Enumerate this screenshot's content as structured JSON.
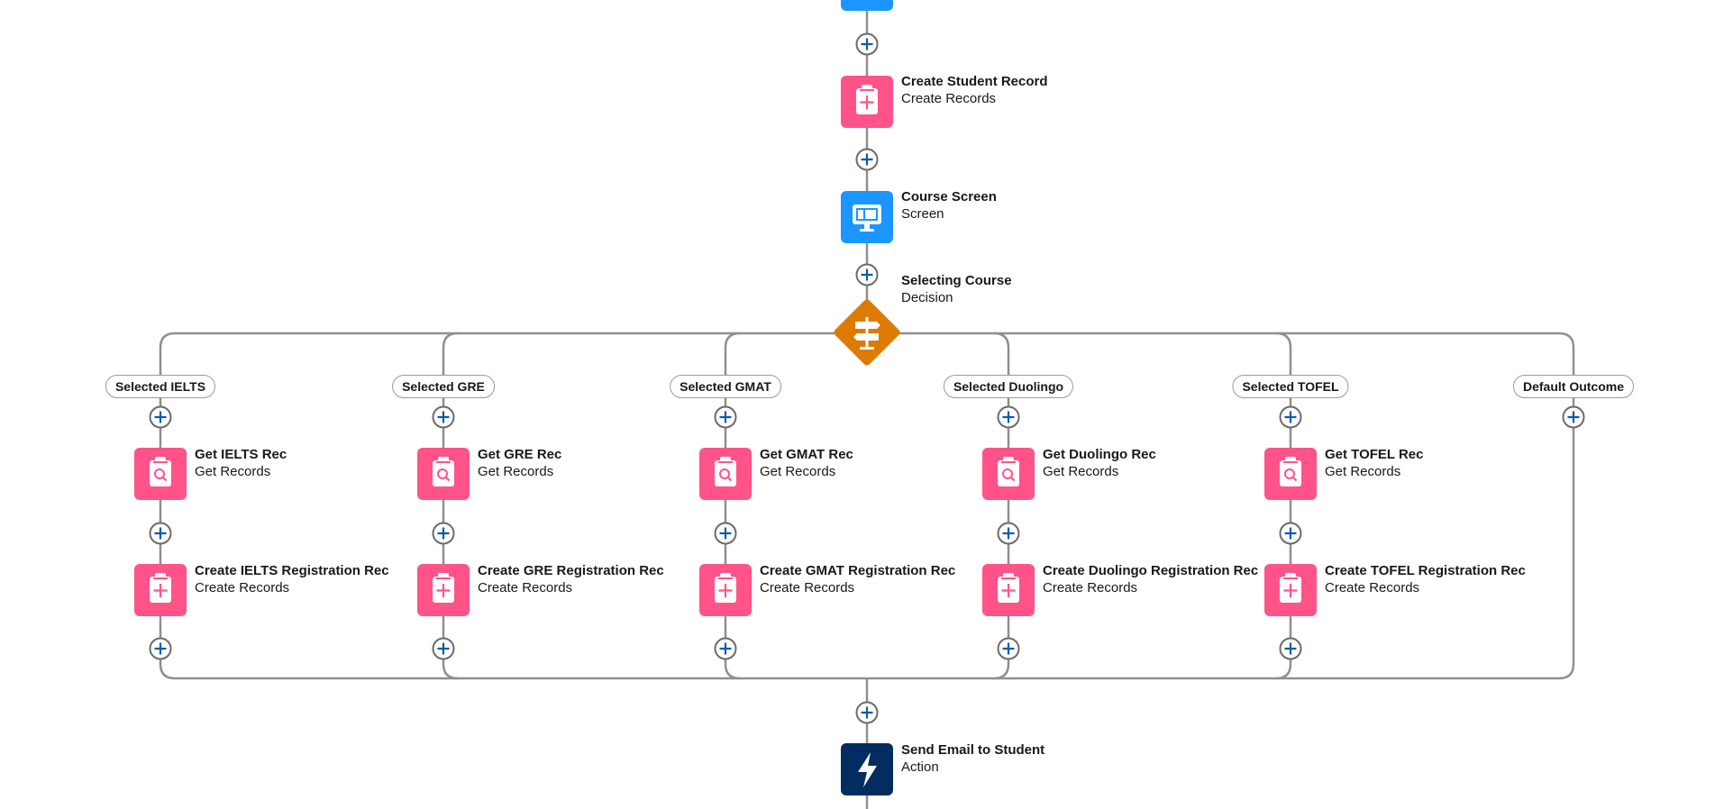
{
  "top_nodes": {
    "create_student_record": {
      "title": "Create Student Record",
      "type": "Create Records",
      "icon": "create-records-icon"
    },
    "course_screen": {
      "title": "Course Screen",
      "type": "Screen",
      "icon": "screen-icon"
    },
    "selecting_course": {
      "title": "Selecting Course",
      "type": "Decision",
      "icon": "decision-signpost-icon"
    }
  },
  "branches": [
    {
      "label": "Selected IELTS",
      "get": {
        "title": "Get IELTS Rec",
        "type": "Get Records"
      },
      "create": {
        "title": "Create IELTS Registration Rec",
        "type": "Create Records"
      }
    },
    {
      "label": "Selected GRE",
      "get": {
        "title": "Get GRE Rec",
        "type": "Get Records"
      },
      "create": {
        "title": "Create GRE Registration Rec",
        "type": "Create Records"
      }
    },
    {
      "label": "Selected GMAT",
      "get": {
        "title": "Get GMAT Rec",
        "type": "Get Records"
      },
      "create": {
        "title": "Create GMAT Registration Rec",
        "type": "Create Records"
      }
    },
    {
      "label": "Selected Duolingo",
      "get": {
        "title": "Get Duolingo Rec",
        "type": "Get Records"
      },
      "create": {
        "title": "Create Duolingo Registration Rec",
        "type": "Create Records"
      }
    },
    {
      "label": "Selected TOFEL",
      "get": {
        "title": "Get TOFEL Rec",
        "type": "Get Records"
      },
      "create": {
        "title": "Create TOFEL Registration Rec",
        "type": "Create Records"
      }
    },
    {
      "label": "Default Outcome"
    }
  ],
  "bottom_nodes": {
    "send_email": {
      "title": "Send Email to Student",
      "type": "Action",
      "icon": "lightning-bolt-icon"
    }
  },
  "colors": {
    "records_pink": "#ff538a",
    "screen_blue": "#1b96ff",
    "decision_orange": "#dd7a01",
    "action_navy": "#032d60",
    "connector_gray": "#8f8f8f",
    "add_plus_blue": "#0b5cab"
  }
}
